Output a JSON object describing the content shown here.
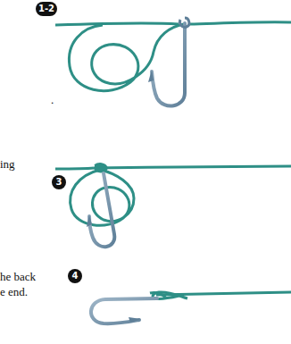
{
  "diagram": {
    "labels": [
      "1-2",
      ".",
      "ing",
      "3",
      "he back",
      "e end.",
      "4"
    ]
  }
}
